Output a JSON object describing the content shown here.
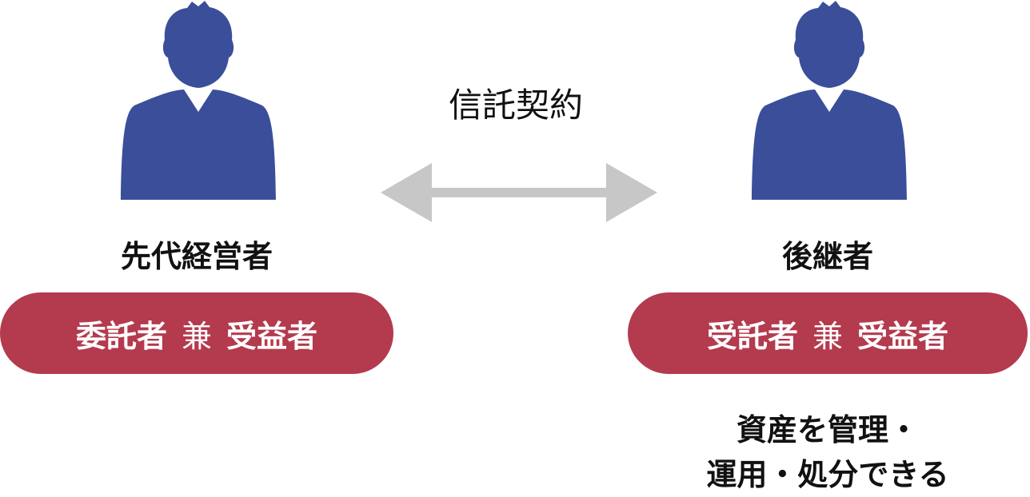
{
  "colors": {
    "person": "#3a4e9a",
    "pill": "#b43a4e",
    "arrow": "#c7c7c7"
  },
  "icons": {
    "person": "person-silhouette-icon",
    "arrow": "double-headed-arrow-icon"
  },
  "contract": {
    "label": "信託契約"
  },
  "left": {
    "title": "先代経営者",
    "role_primary": "委託者",
    "role_joiner": "兼",
    "role_secondary": "受益者"
  },
  "right": {
    "title": "後継者",
    "role_primary": "受託者",
    "role_joiner": "兼",
    "role_secondary": "受益者",
    "note_line1": "資産を管理・",
    "note_line2": "運用・処分できる"
  }
}
